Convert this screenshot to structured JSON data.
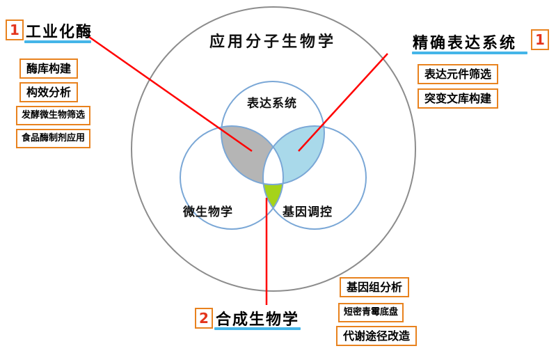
{
  "colors": {
    "box_border": "#E8821E",
    "number_text": "#E3341C",
    "underline": "#45B5E8",
    "connector": "#FF0000",
    "venn_stroke": "#7AA7D6",
    "outer_stroke": "#8C8C8C",
    "fill_left_overlap": "#B5B5B5",
    "fill_right_overlap": "#A9D9EA",
    "fill_bottom_overlap": "#A5D31A"
  },
  "venn": {
    "title": "应用分子生物学",
    "top_circle": "表达系统",
    "left_circle": "微生物学",
    "right_circle": "基因调控"
  },
  "left_group": {
    "number": "1",
    "title": "工业化酶",
    "items": [
      "酶库构建",
      "构效分析",
      "发酵微生物筛选",
      "食品酶制剂应用"
    ]
  },
  "right_group": {
    "number": "1",
    "title": "精确表达系统",
    "items": [
      "表达元件筛选",
      "突变文库构建"
    ]
  },
  "bottom_group": {
    "number": "2",
    "title": "合成生物学",
    "items": [
      "基因组分析",
      "短密青霉底盘",
      "代谢途径改造"
    ]
  }
}
